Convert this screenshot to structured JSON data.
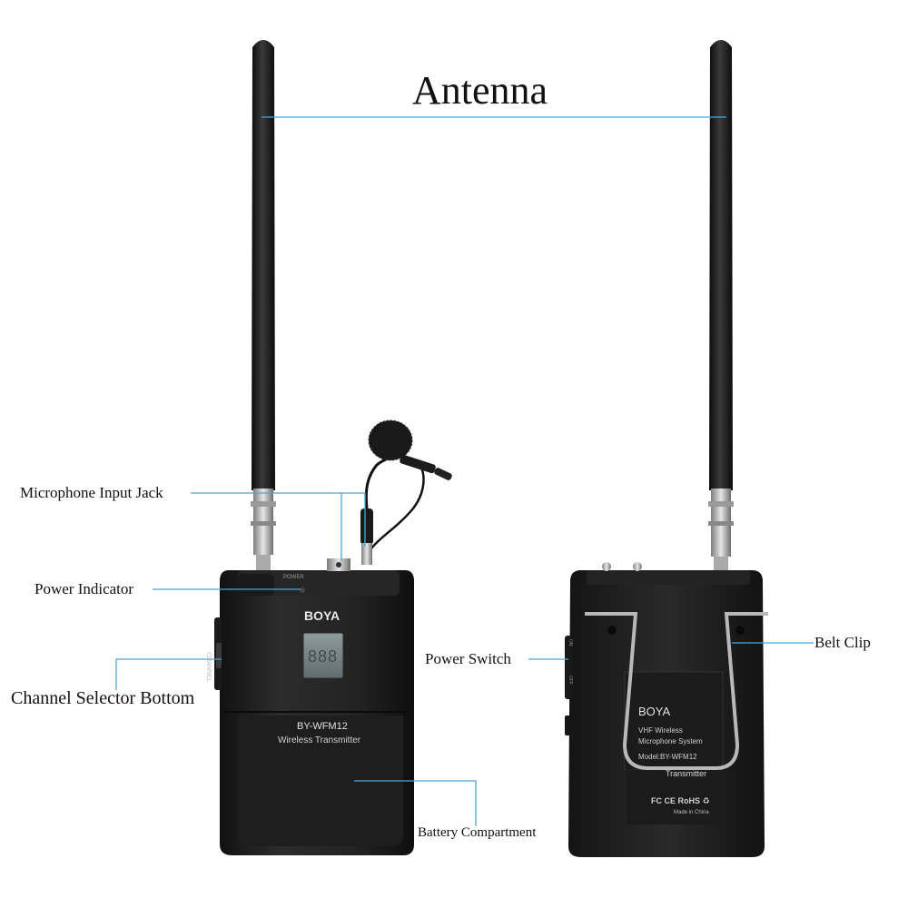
{
  "labels": {
    "antenna": "Antenna",
    "mic_jack": "Microphone Input Jack",
    "power_indicator": "Power Indicator",
    "channel_selector": "Channel Selector Bottom",
    "battery_compartment": "Battery Compartment",
    "power_switch": "Power Switch",
    "belt_clip": "Belt Clip"
  },
  "front_device": {
    "brand": "BOYA",
    "model": "BY-WFM12",
    "subtitle": "Wireless Transmitter",
    "side_text": "CHANNEL",
    "top_text": "POWER",
    "display": "888"
  },
  "back_device": {
    "brand": "BOYA",
    "line1": "VHF Wireless",
    "line2": "Microphone System",
    "model": "Model:BY-WFM12",
    "transmitter": "Transmitter",
    "cert": "FC CE RoHS ♻",
    "made_in": "Made in China",
    "side_on": "ON",
    "side_off": "OFF"
  },
  "colors": {
    "leader_line": "#4aa8d8",
    "body": "#1e1e1e",
    "display": "#7a8a8c"
  }
}
